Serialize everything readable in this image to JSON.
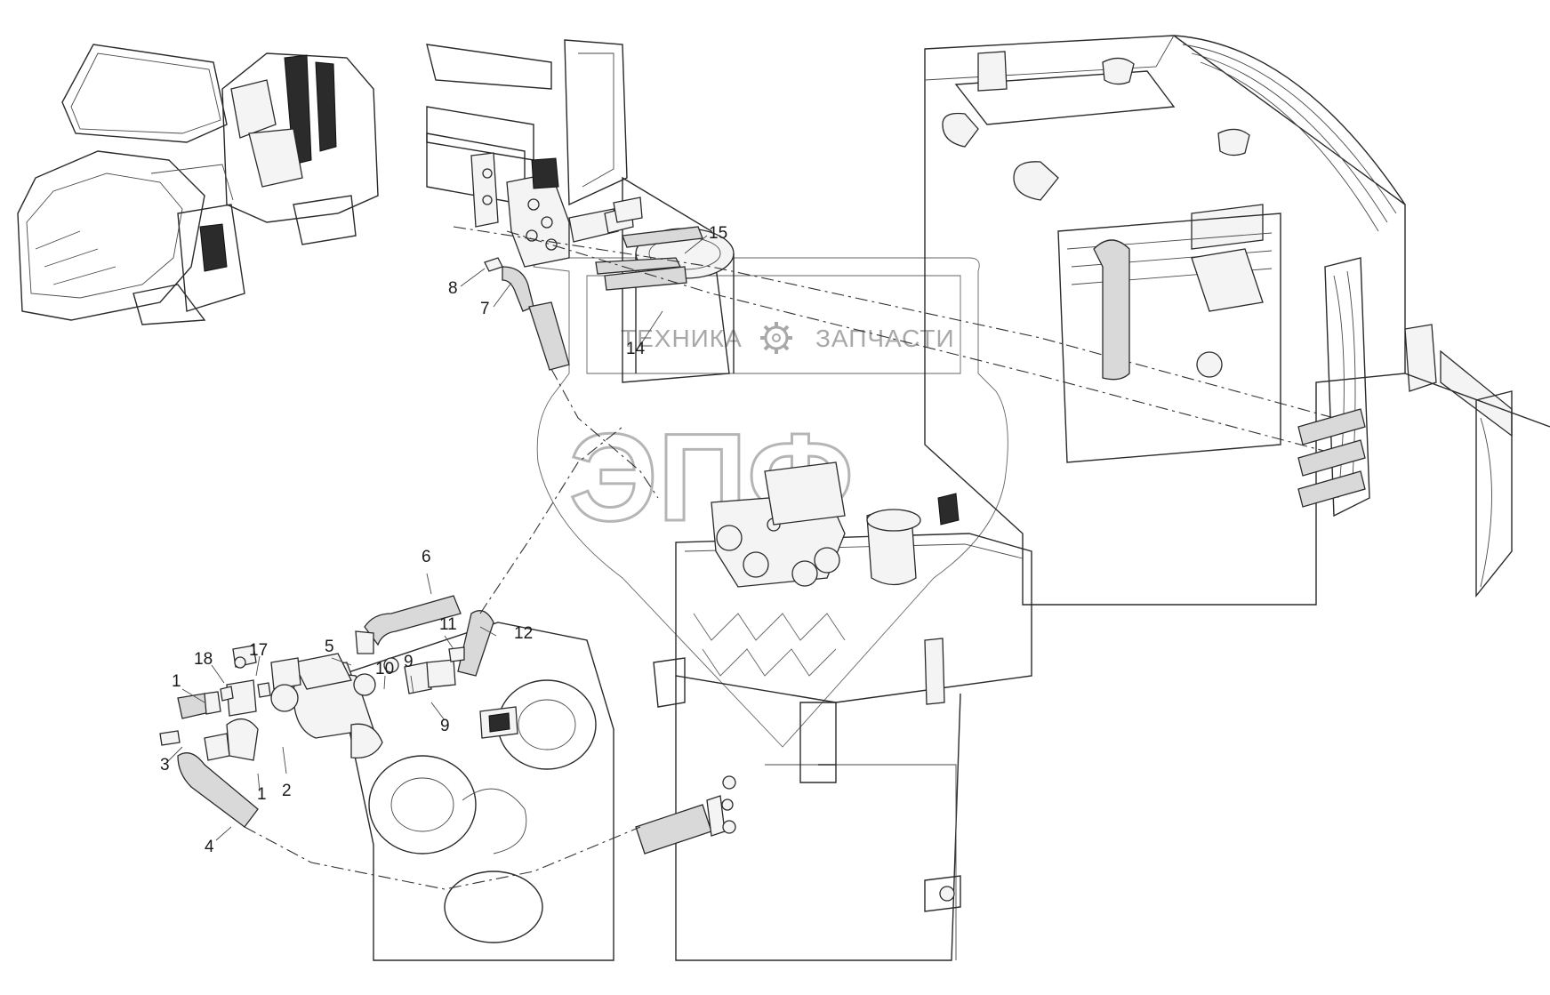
{
  "watermark": {
    "left_text": "ТЕХНИКА",
    "right_text": "ЗАПЧАСТИ",
    "logo_text": "ЭПФ",
    "gear": "gear-icon"
  },
  "callouts": [
    {
      "id": "c15",
      "label": "15"
    },
    {
      "id": "c8",
      "label": "8"
    },
    {
      "id": "c7",
      "label": "7"
    },
    {
      "id": "c14",
      "label": "14"
    },
    {
      "id": "c6",
      "label": "6"
    },
    {
      "id": "c11",
      "label": "11"
    },
    {
      "id": "c12",
      "label": "12"
    },
    {
      "id": "c5",
      "label": "5"
    },
    {
      "id": "c18",
      "label": "18"
    },
    {
      "id": "c17",
      "label": "17"
    },
    {
      "id": "c10",
      "label": "10"
    },
    {
      "id": "c9a",
      "label": "9"
    },
    {
      "id": "c9b",
      "label": "9"
    },
    {
      "id": "c1a",
      "label": "1"
    },
    {
      "id": "c3",
      "label": "3"
    },
    {
      "id": "c1b",
      "label": "1"
    },
    {
      "id": "c2",
      "label": "2"
    },
    {
      "id": "c4",
      "label": "4"
    }
  ]
}
